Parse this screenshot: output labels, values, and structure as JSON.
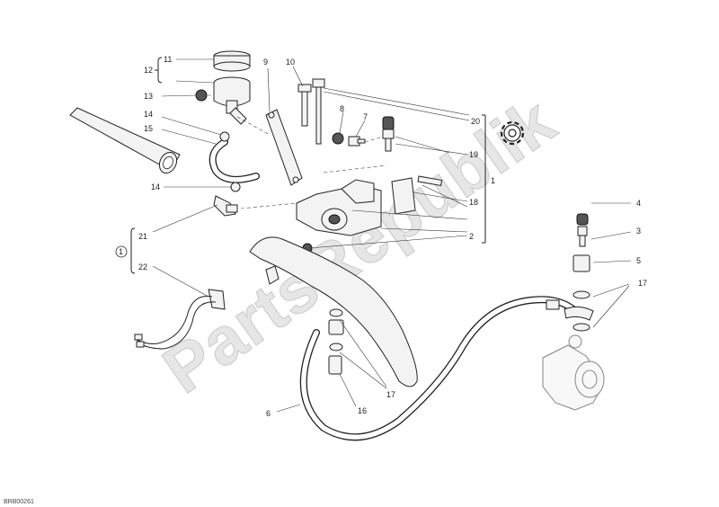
{
  "watermark": "PartsRepublik",
  "drawing_code": "BRB00261",
  "callouts": {
    "c1": "1",
    "c2": "2",
    "c3": "3",
    "c4": "4",
    "c5": "5",
    "c6": "6",
    "c7": "7",
    "c8": "8",
    "c9": "9",
    "c10": "10",
    "c11": "11",
    "c12": "12",
    "c13": "13",
    "c14a": "14",
    "c14b": "14",
    "c15": "15",
    "c16": "16",
    "c17a": "17",
    "c17b": "17",
    "c18": "18",
    "c19": "19",
    "c20": "20",
    "c21": "21",
    "c22": "22",
    "group_marker": "1"
  },
  "icons": {
    "gear": "gear-icon"
  }
}
